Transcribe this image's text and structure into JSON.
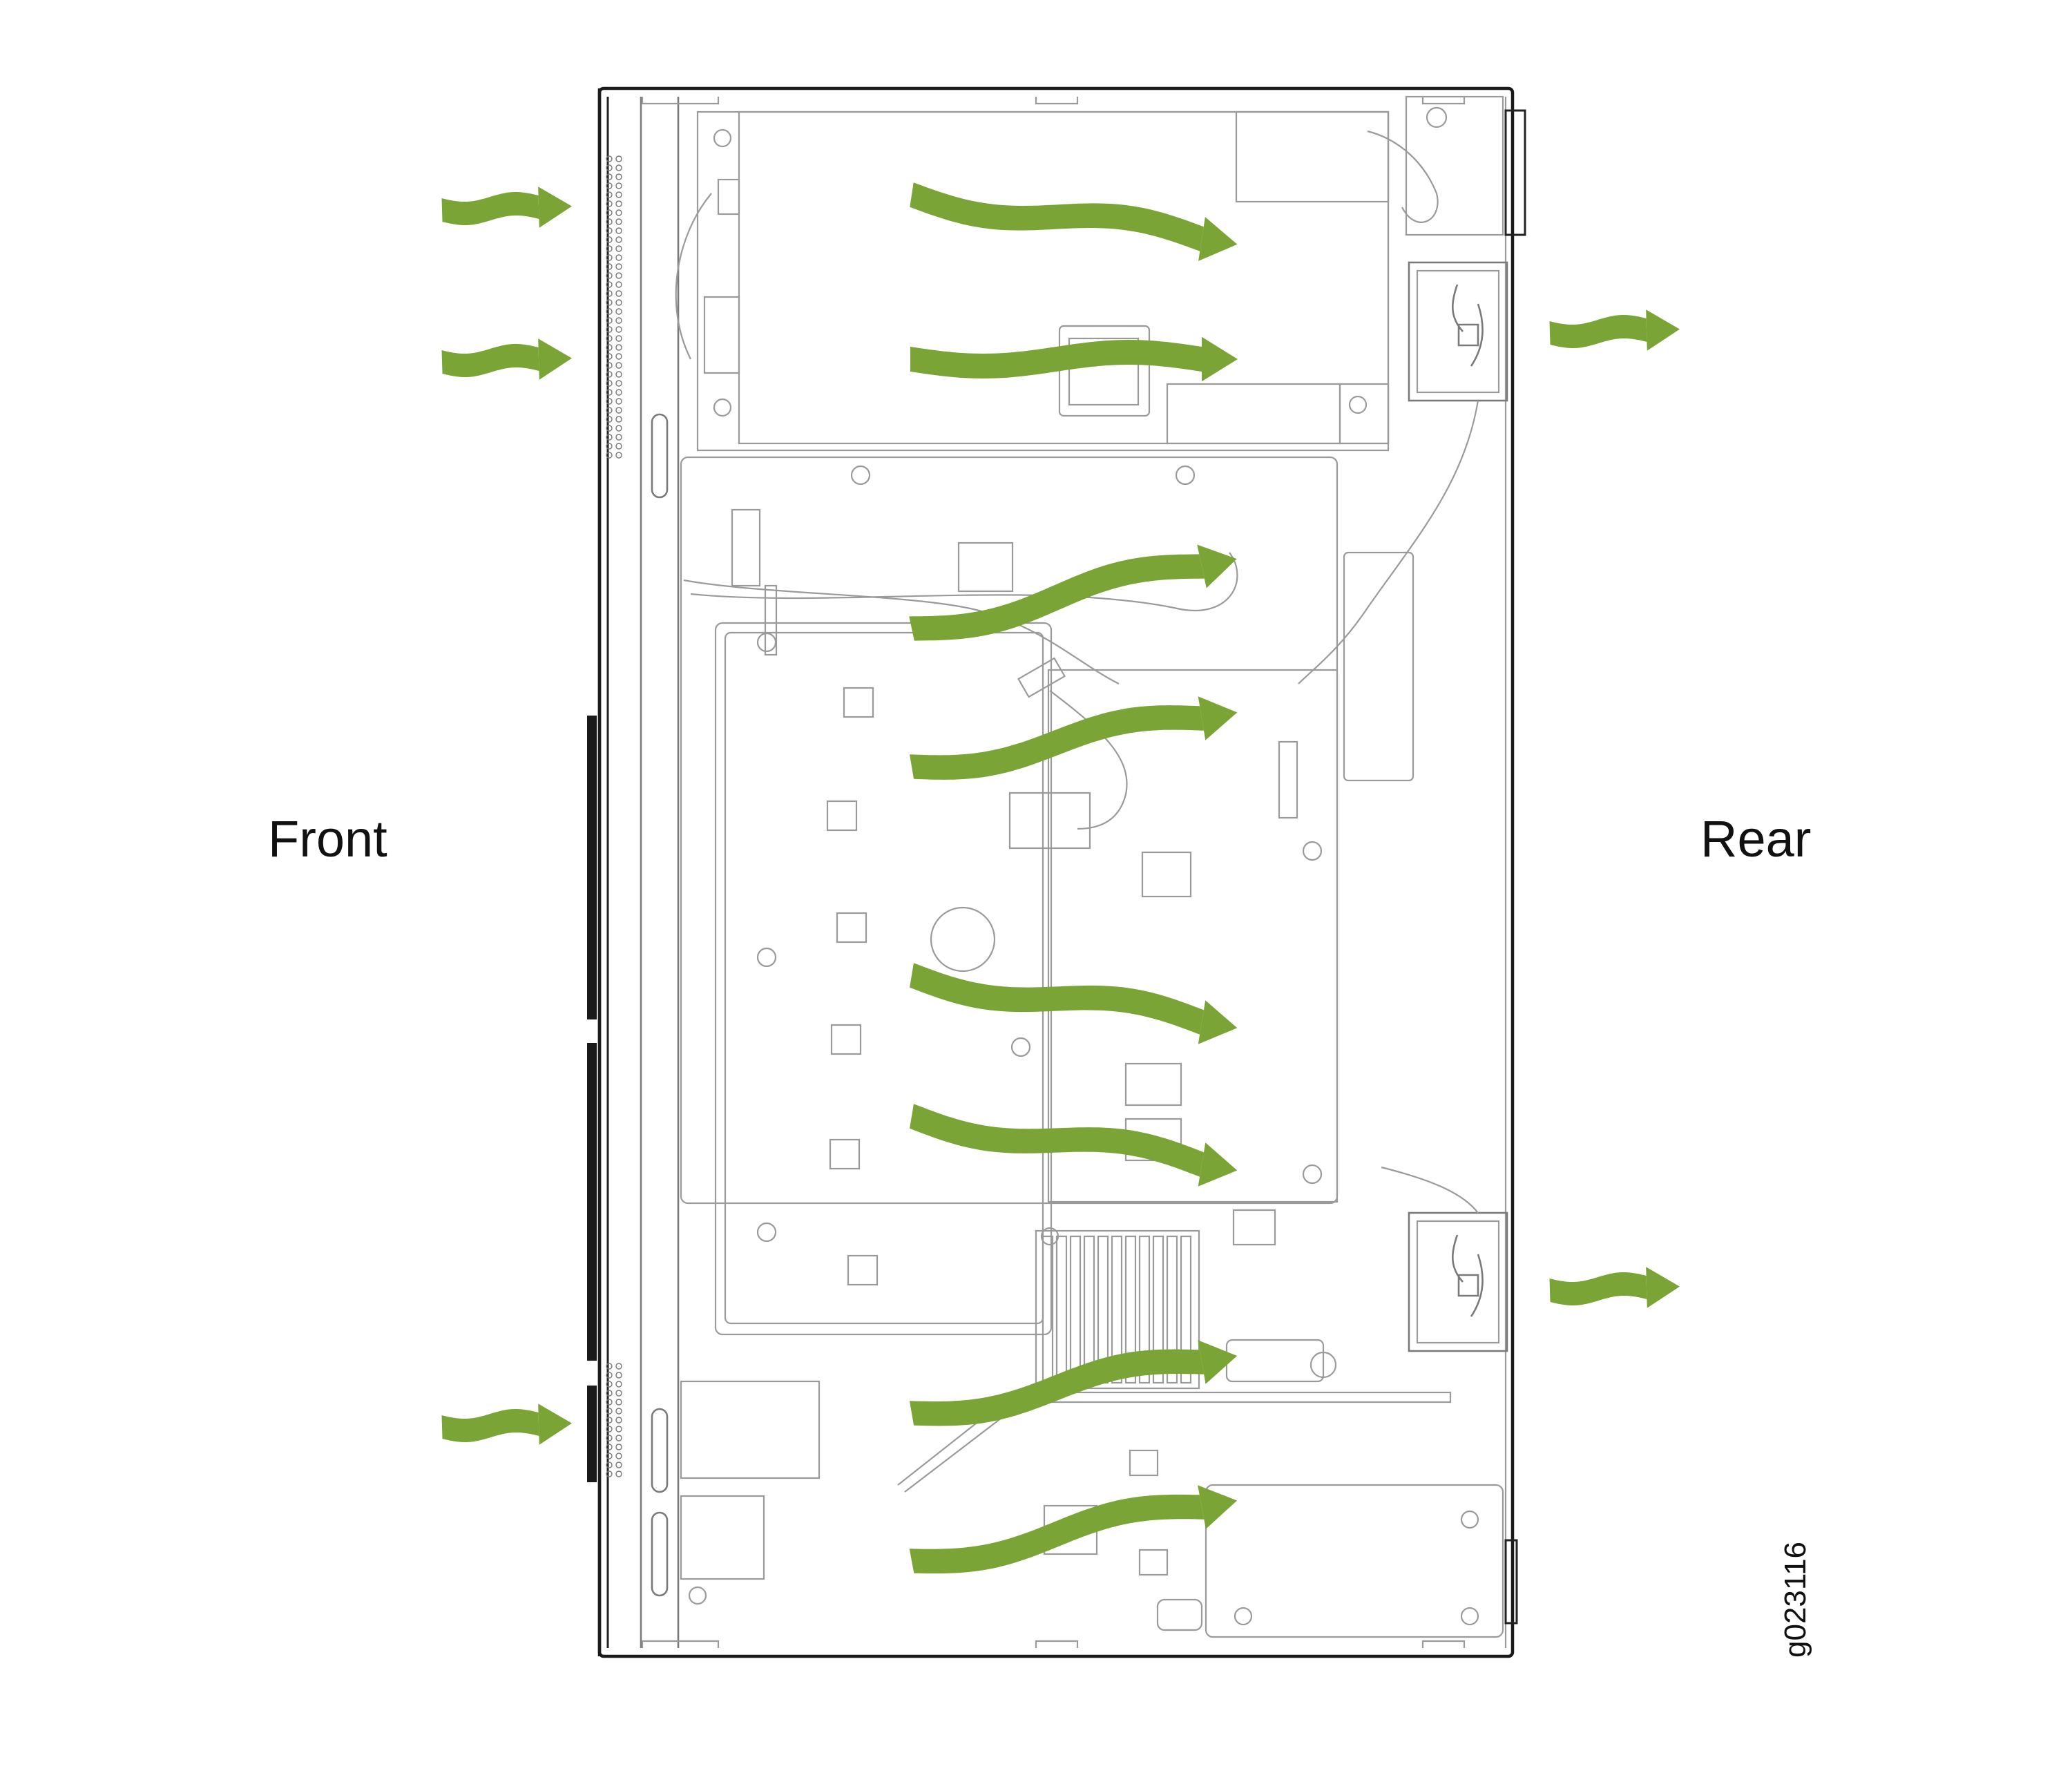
{
  "labels": {
    "front": "Front",
    "rear": "Rear"
  },
  "figure_id": "g023116",
  "colors": {
    "airflow": "#7aa536",
    "outline": "#1a1a1a",
    "line": "#9a9a9a"
  }
}
